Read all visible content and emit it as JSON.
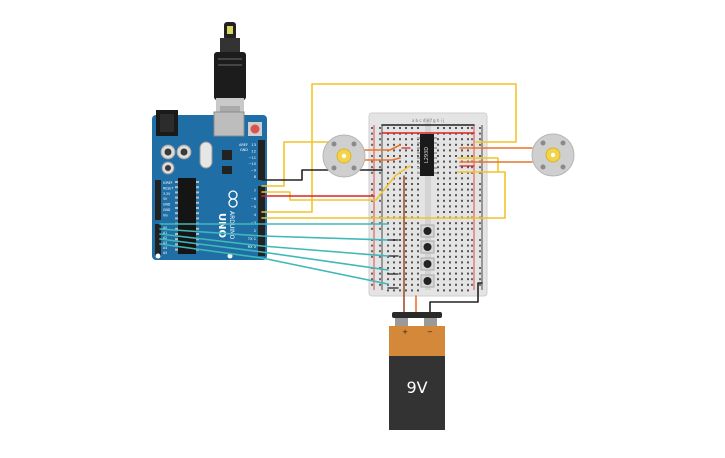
{
  "arduino": {
    "brand": "ARDUINO",
    "model": "UNO",
    "board_color": "#1f6fa6",
    "digital_header_labels": [
      "13",
      "12",
      "~11",
      "~10",
      "~9",
      "8",
      "7",
      "~6",
      "~5",
      "4",
      "~3",
      "2",
      "TX 1",
      "RX 0"
    ],
    "power_header_labels": [
      "IOREF",
      "RESET",
      "3.3V",
      "5V",
      "GND",
      "GND",
      "Vin"
    ],
    "analog_header_labels": [
      "A0",
      "A1",
      "A2",
      "A3",
      "A4",
      "A5"
    ],
    "misc_labels": [
      "AREF",
      "GND"
    ]
  },
  "driver_chip": {
    "label": "L293D"
  },
  "battery": {
    "label": "9V",
    "positive": "+",
    "negative": "−",
    "top_color": "#d4883a",
    "body_color": "#333333"
  },
  "breadboard": {
    "header_letters": "a b c d e    f g h i j"
  },
  "wire_colors": {
    "yellow": "#f2c42a",
    "red": "#e02020",
    "black": "#222222",
    "orange": "#e8742a",
    "teal": "#40b8b8",
    "brown": "#a0522d"
  },
  "motors": [
    {
      "id": "left"
    },
    {
      "id": "right"
    }
  ],
  "buttons": [
    {
      "id": "b1"
    },
    {
      "id": "b2"
    },
    {
      "id": "b3"
    },
    {
      "id": "b4"
    }
  ]
}
